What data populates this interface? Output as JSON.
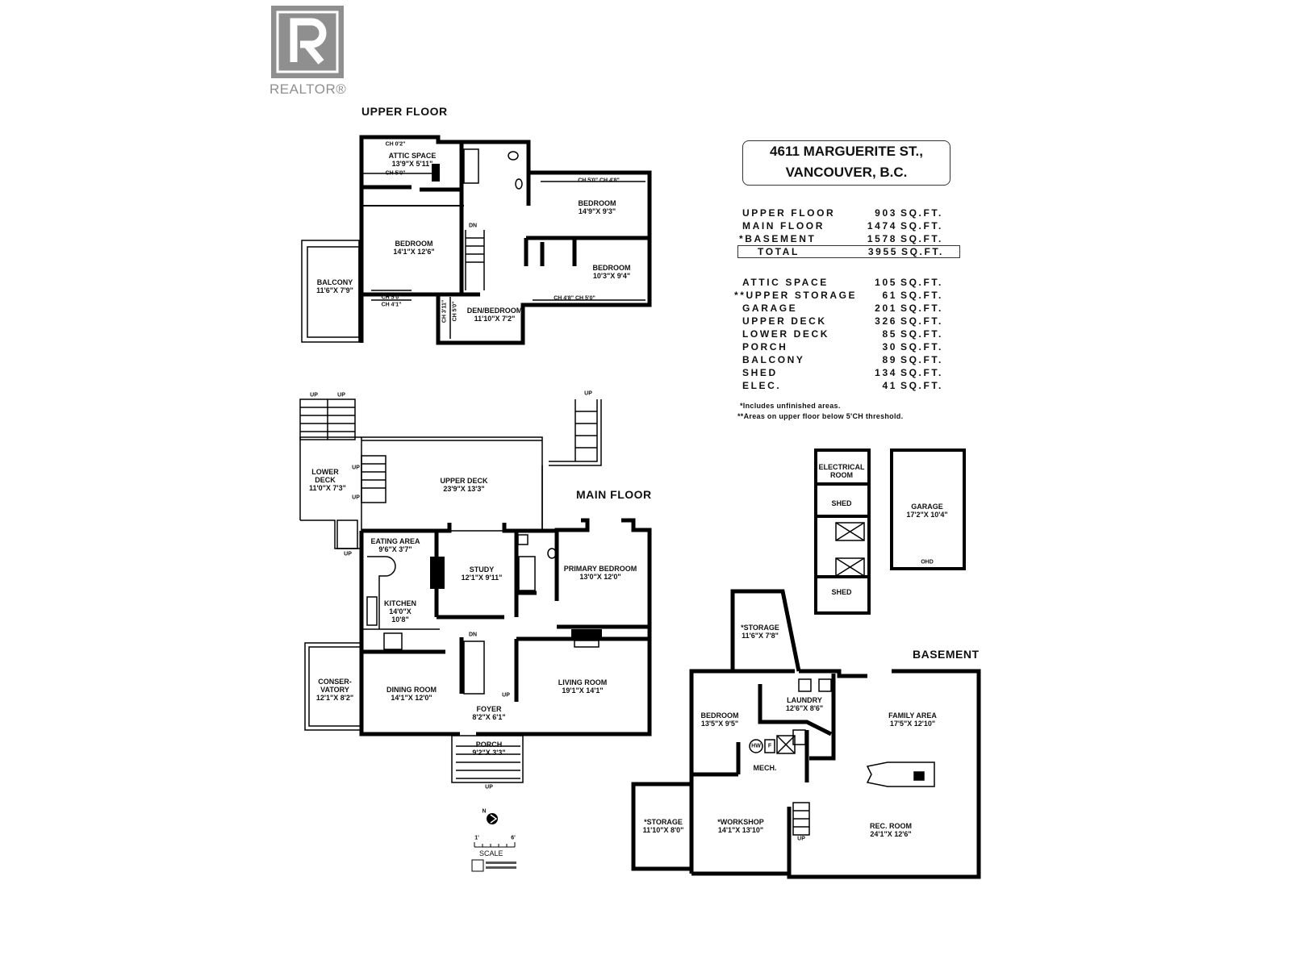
{
  "logo": {
    "brand": "REALTOR®",
    "icon": "realtor-r-logo"
  },
  "address": {
    "line1": "4611 MARGUERITE ST.,",
    "line2": "VANCOUVER, B.C."
  },
  "area_summary": [
    {
      "name": "UPPER FLOOR",
      "value": "903",
      "unit": "SQ.FT."
    },
    {
      "name": "MAIN FLOOR",
      "value": "1474",
      "unit": "SQ.FT."
    },
    {
      "name": "*BASEMENT",
      "value": "1578",
      "unit": "SQ.FT."
    },
    {
      "name": "TOTAL",
      "value": "3955",
      "unit": "SQ.FT."
    }
  ],
  "area_extras": [
    {
      "name": "ATTIC SPACE",
      "value": "105",
      "unit": "SQ.FT."
    },
    {
      "name": "**UPPER STORAGE",
      "value": "61",
      "unit": "SQ.FT."
    },
    {
      "name": "GARAGE",
      "value": "201",
      "unit": "SQ.FT."
    },
    {
      "name": "UPPER DECK",
      "value": "326",
      "unit": "SQ.FT."
    },
    {
      "name": "LOWER DECK",
      "value": "85",
      "unit": "SQ.FT."
    },
    {
      "name": "PORCH",
      "value": "30",
      "unit": "SQ.FT."
    },
    {
      "name": "BALCONY",
      "value": "89",
      "unit": "SQ.FT."
    },
    {
      "name": "SHED",
      "value": "134",
      "unit": "SQ.FT."
    },
    {
      "name": "ELEC.",
      "value": "41",
      "unit": "SQ.FT."
    }
  ],
  "notes": [
    "*Includes unfinished areas.",
    "**Areas on upper floor below 5'CH threshold."
  ],
  "upper_floor": {
    "title": "UPPER FLOOR",
    "rooms": [
      {
        "name": "ATTIC SPACE",
        "dims": "13'9\"X 5'11\""
      },
      {
        "name": "BEDROOM",
        "dims": "14'9\"X 9'3\""
      },
      {
        "name": "BEDROOM",
        "dims": "10'3\"X 9'4\""
      },
      {
        "name": "BEDROOM",
        "dims": "14'1\"X 12'6\""
      },
      {
        "name": "BALCONY",
        "dims": "11'6\"X 7'9\""
      },
      {
        "name": "DEN/BEDROOM",
        "dims": "11'10\"X 7'2\""
      }
    ],
    "ceiling_notes": [
      "CH 0'2\"",
      "CH 5'0\"",
      "CH 5'0\"  CH 4'8\"",
      "CH 5'0\"",
      "CH 4'1\"",
      "CH 4'8\"  CH 5'0\"",
      "CH 3'11\"",
      "CH 5'0\""
    ],
    "stair": "DN"
  },
  "main_floor": {
    "title": "MAIN FLOOR",
    "rooms": [
      {
        "name": "LOWER DECK",
        "dims": "11'0\"X 7'3\""
      },
      {
        "name": "UPPER DECK",
        "dims": "23'9\"X 13'3\""
      },
      {
        "name": "EATING AREA",
        "dims": "9'6\"X 3'7\""
      },
      {
        "name": "STUDY",
        "dims": "12'1\"X 9'11\""
      },
      {
        "name": "KITCHEN",
        "dims": "14'0\"X 10'8\""
      },
      {
        "name": "PRIMARY BEDROOM",
        "dims": "13'0\"X 12'0\""
      },
      {
        "name": "CONSER-VATORY",
        "dims": "12'1\"X 8'2\""
      },
      {
        "name": "DINING ROOM",
        "dims": "14'1\"X 12'0\""
      },
      {
        "name": "LIVING ROOM",
        "dims": "19'1\"X 14'1\""
      },
      {
        "name": "FOYER",
        "dims": "8'2\"X 6'1\""
      },
      {
        "name": "PORCH",
        "dims": "9'2\"X 3'3\""
      }
    ],
    "stair_labels": {
      "up": "UP",
      "dn": "DN"
    }
  },
  "outbuildings": {
    "rooms": [
      {
        "name": "ELECTRICAL ROOM",
        "dims": ""
      },
      {
        "name": "SHED",
        "dims": ""
      },
      {
        "name": "SHED",
        "dims": ""
      },
      {
        "name": "GARAGE",
        "dims": "17'2\"X 10'4\""
      }
    ],
    "garage_door": "OHD"
  },
  "basement": {
    "title": "BASEMENT",
    "rooms": [
      {
        "name": "*STORAGE",
        "dims": "11'6\"X 7'8\""
      },
      {
        "name": "BEDROOM",
        "dims": "13'5\"X 9'5\""
      },
      {
        "name": "LAUNDRY",
        "dims": "12'6\"X 8'6\""
      },
      {
        "name": "FAMILY AREA",
        "dims": "17'5\"X 12'10\""
      },
      {
        "name": "MECH.",
        "dims": ""
      },
      {
        "name": "*STORAGE",
        "dims": "11'10\"X 8'0\""
      },
      {
        "name": "*WORKSHOP",
        "dims": "14'1\"X 13'10\""
      },
      {
        "name": "REC. ROOM",
        "dims": "24'1\"X 12'6\""
      }
    ],
    "fixtures": {
      "hot_water": "HW",
      "furnace": "F"
    },
    "stair": "UP"
  },
  "scale": {
    "label": "SCALE",
    "min": "1'",
    "max": "6'",
    "north": "N"
  }
}
